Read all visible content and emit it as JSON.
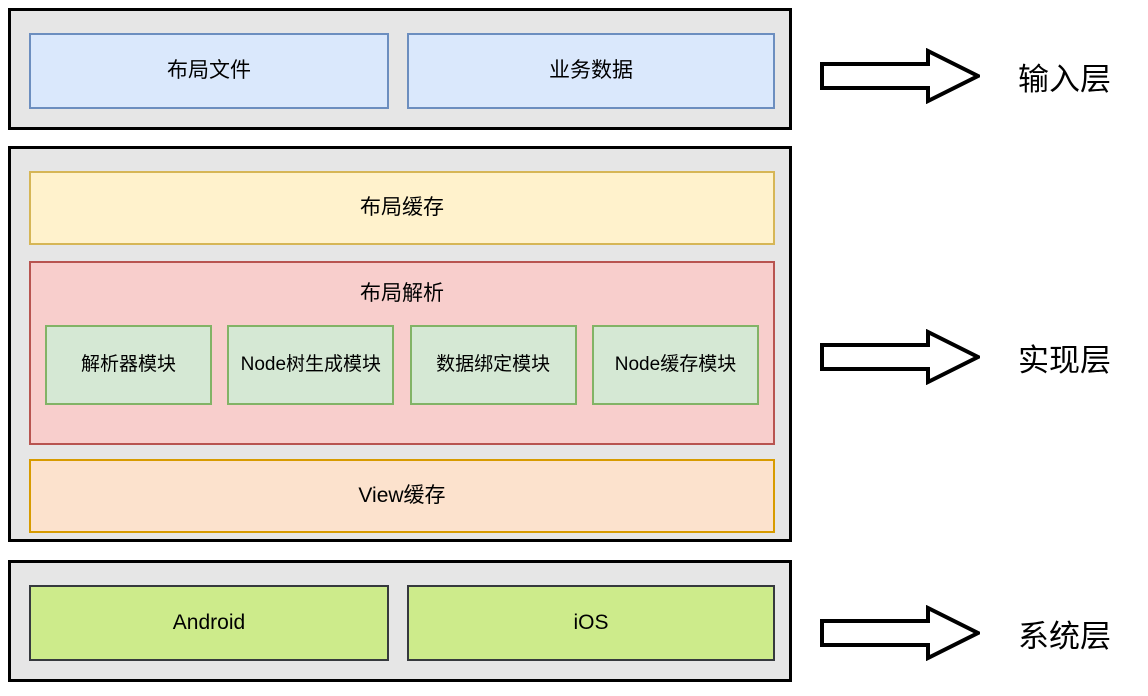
{
  "diagram": {
    "title": "Layered architecture diagram",
    "colors": {
      "container_fill": "#e6e6e6",
      "container_border": "#000000",
      "blue_fill": "#dae8fc",
      "blue_border": "#6c8ebf",
      "yellow_fill": "#fff2cc",
      "yellow_border": "#d6b656",
      "orange_fill": "#fce2cd",
      "orange_border": "#d79b00",
      "pink_fill": "#f8cecc",
      "pink_border": "#b85450",
      "green_fill": "#d5e8d4",
      "green_border": "#82b366",
      "olive_fill": "#cdeb8b",
      "olive_border": "#36393d"
    },
    "layers": [
      {
        "id": "input",
        "legend_label": "输入层",
        "arrow_icon": "right-block-arrow-icon",
        "nodes": [
          {
            "id": "layout-file",
            "label": "布局文件"
          },
          {
            "id": "business-data",
            "label": "业务数据"
          }
        ]
      },
      {
        "id": "implementation",
        "legend_label": "实现层",
        "arrow_icon": "right-block-arrow-icon",
        "nodes": [
          {
            "id": "layout-cache",
            "label": "布局缓存"
          },
          {
            "id": "view-cache",
            "label": "View缓存"
          }
        ],
        "parse_group": {
          "id": "layout-parse",
          "label": "布局解析",
          "modules": [
            {
              "id": "parser-module",
              "label": "解析器模块"
            },
            {
              "id": "node-tree-module",
              "label": "Node树生成模块"
            },
            {
              "id": "data-binding-module",
              "label": "数据绑定模块"
            },
            {
              "id": "node-cache-module",
              "label": "Node缓存模块"
            }
          ]
        }
      },
      {
        "id": "system",
        "legend_label": "系统层",
        "arrow_icon": "right-block-arrow-icon",
        "nodes": [
          {
            "id": "android",
            "label": "Android"
          },
          {
            "id": "ios",
            "label": "iOS"
          }
        ]
      }
    ]
  }
}
